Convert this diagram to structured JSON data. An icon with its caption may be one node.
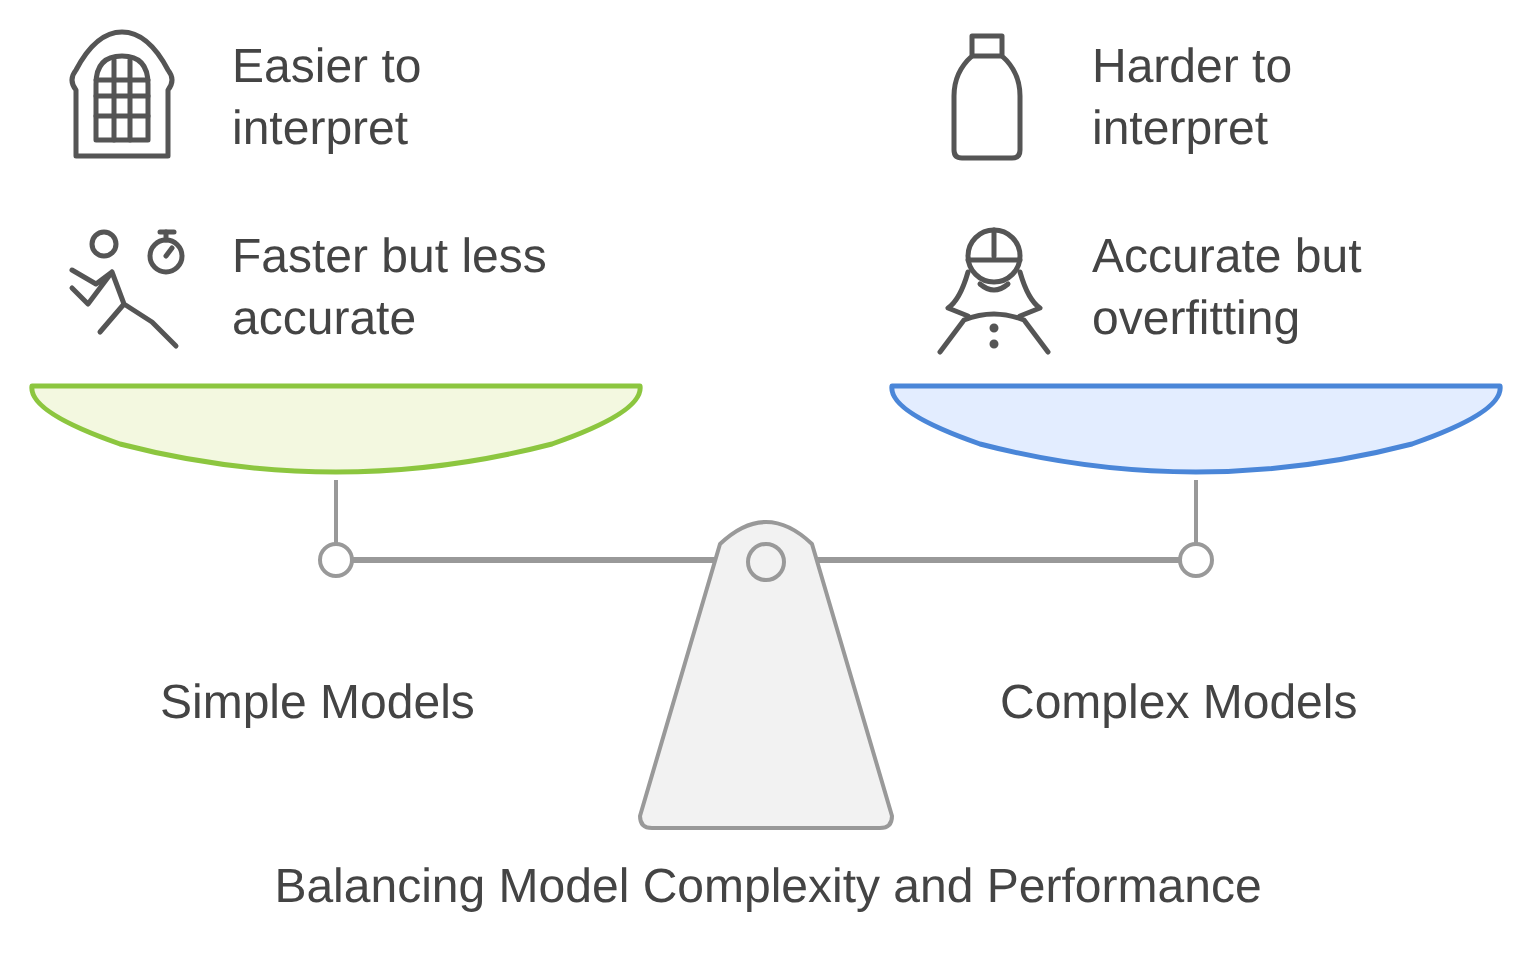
{
  "diagram": {
    "caption": "Balancing Model Complexity and Performance",
    "labels": [
      "Easier to interpret",
      "Harder to interpret",
      "Faster but less accurate",
      "Accurate but overfitting",
      "Simple Models",
      "Complex Models"
    ]
  }
}
